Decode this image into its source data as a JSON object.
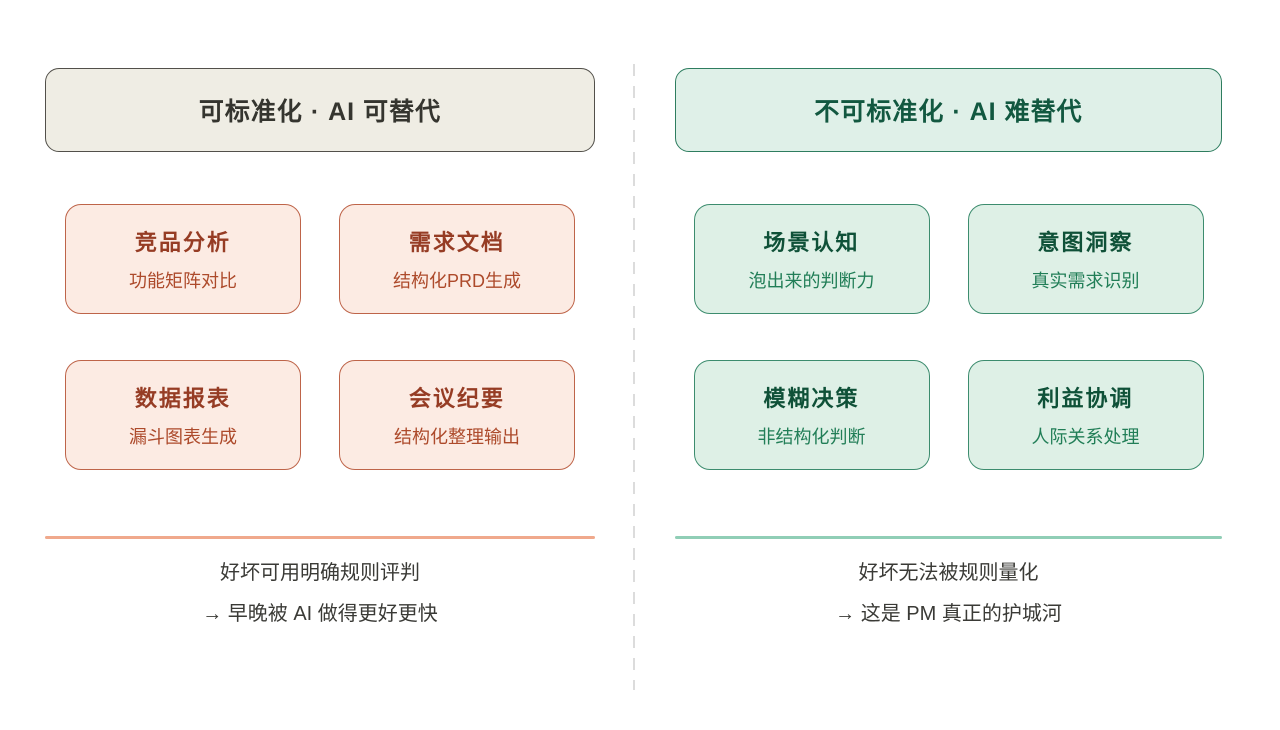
{
  "theme": {
    "page-bg": "#ffffff",
    "divider-dash": "#dcdcdc",
    "left-header-bg": "#efede4",
    "left-header-border": "#52504a",
    "left-header-text": "#35352f",
    "left-card-bg": "#fcebe3",
    "left-card-border": "#be6449",
    "left-card-title": "#963c24",
    "left-card-subtitle": "#ad4a2b",
    "left-rule": "#f0a98c",
    "right-header-bg": "#dff0e8",
    "right-header-border": "#2e7d5f",
    "right-header-text": "#125840",
    "right-card-bg": "#def0e6",
    "right-card-border": "#3c8c6e",
    "right-card-title": "#0f5138",
    "right-card-subtitle": "#217e57",
    "right-rule": "#90ceb6",
    "summary-text": "#3a3a36"
  },
  "left": {
    "header": "可标准化 · AI 可替代",
    "cards": [
      {
        "title": "竞品分析",
        "subtitle": "功能矩阵对比"
      },
      {
        "title": "需求文档",
        "subtitle": "结构化PRD生成"
      },
      {
        "title": "数据报表",
        "subtitle": "漏斗图表生成"
      },
      {
        "title": "会议纪要",
        "subtitle": "结构化整理输出"
      }
    ],
    "summary": [
      "好坏可用明确规则评判",
      "→ 早晚被 AI 做得更好更快"
    ]
  },
  "right": {
    "header": "不可标准化 · AI 难替代",
    "cards": [
      {
        "title": "场景认知",
        "subtitle": "泡出来的判断力"
      },
      {
        "title": "意图洞察",
        "subtitle": "真实需求识别"
      },
      {
        "title": "模糊决策",
        "subtitle": "非结构化判断"
      },
      {
        "title": "利益协调",
        "subtitle": "人际关系处理"
      }
    ],
    "summary": [
      "好坏无法被规则量化",
      "→ 这是 PM 真正的护城河"
    ]
  }
}
